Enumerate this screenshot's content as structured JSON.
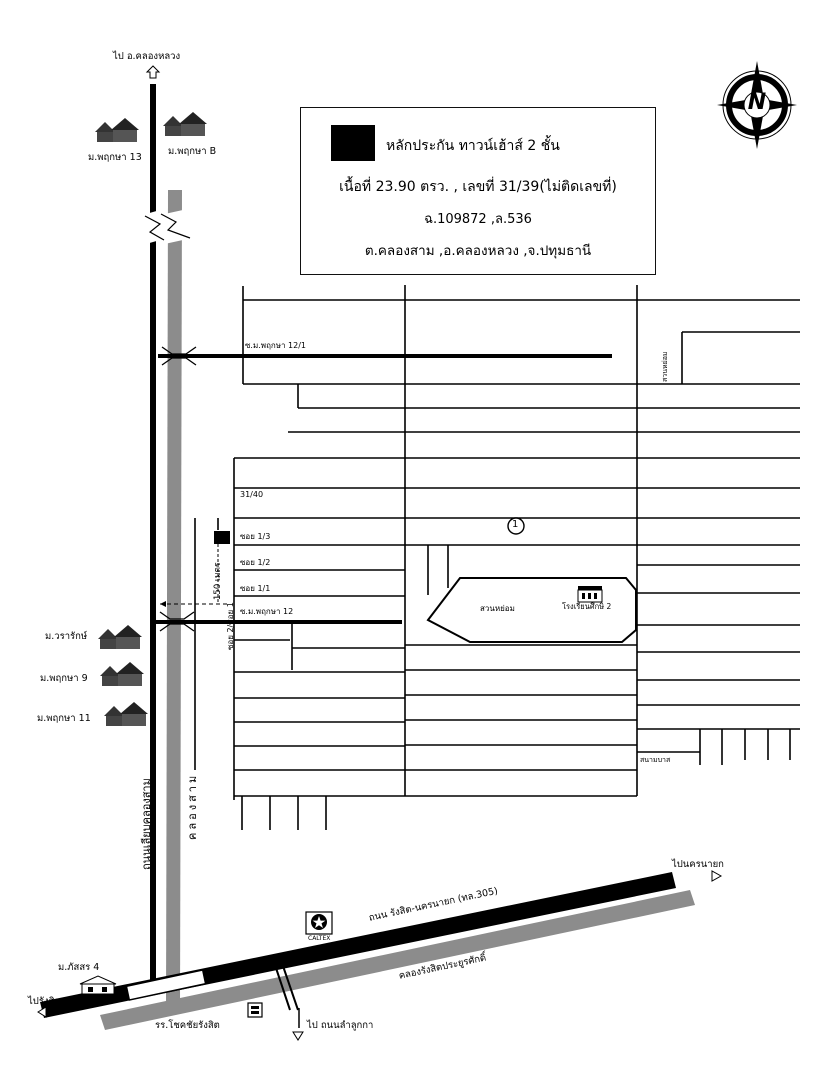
{
  "info": {
    "line1": "หลักประกัน ทาวน์เฮ้าส์  2 ชั้น",
    "line2": "เนื้อที่ 23.90 ตรว. , เลขที่ 31/39(ไม่ติดเลขที่)",
    "line3": "ฉ.109872    ,ล.536",
    "line4": "ต.คลองสาม ,อ.คลองหลวง ,จ.ปทุมธานี"
  },
  "labels": {
    "to_khlong_luang": "ไป อ.คลองหลวง",
    "village_13": "ม.พฤกษา 13",
    "village_b": "ม.พฤกษา B",
    "soi_12_1": "ซ.ม.พฤกษา 12/1",
    "park_top": "สวนหย่อม",
    "house_31_40": "31/40",
    "soi_1_3": "ซอย 1/3",
    "soi_1_2": "ซอย 1/2",
    "soi_1_1": "ซอย 1/1",
    "soi_12": "ซ.ม.พฤกษา 12",
    "distance": "150 เมตร",
    "soi_2_side": "ซอย 2/ซอย 1",
    "marker": "1",
    "park_center": "สวนหย่อม",
    "school": "โรงเรียนศึกษิ 2",
    "village_wararak": "ม.วรารักษ์",
    "village_9": "ม.พฤกษา 9",
    "village_11": "ม.พฤกษา 11",
    "field": "สนามบาส",
    "road_liap_khlong": "ถนนเลียบคลองสาม",
    "canal_sam": "คลองสาม",
    "to_nakhon_nayok": "ไปนครนายก",
    "caltex": "CALTEX",
    "rangsit_road": "ถนน รังสิต-นครนายก (ทล.305)",
    "canal_rangsit": "คลองรังสิตประยูรศักดิ์",
    "village_phatsorn": "ม.ภัสสร 4",
    "to_rangsit": "ไปรังสิต",
    "school_chok": "รร.โชคชัยรังสิต",
    "to_lam_luk_ka": "ไป ถนนลำลูกกา",
    "compass": "N"
  },
  "colors": {
    "road": "#000000",
    "canal": "#8c8c8c",
    "property": "#000000"
  },
  "icons": [
    "house-icon",
    "north-arrow-icon",
    "caltex-star-icon",
    "school-building-icon",
    "arrow-icon"
  ]
}
